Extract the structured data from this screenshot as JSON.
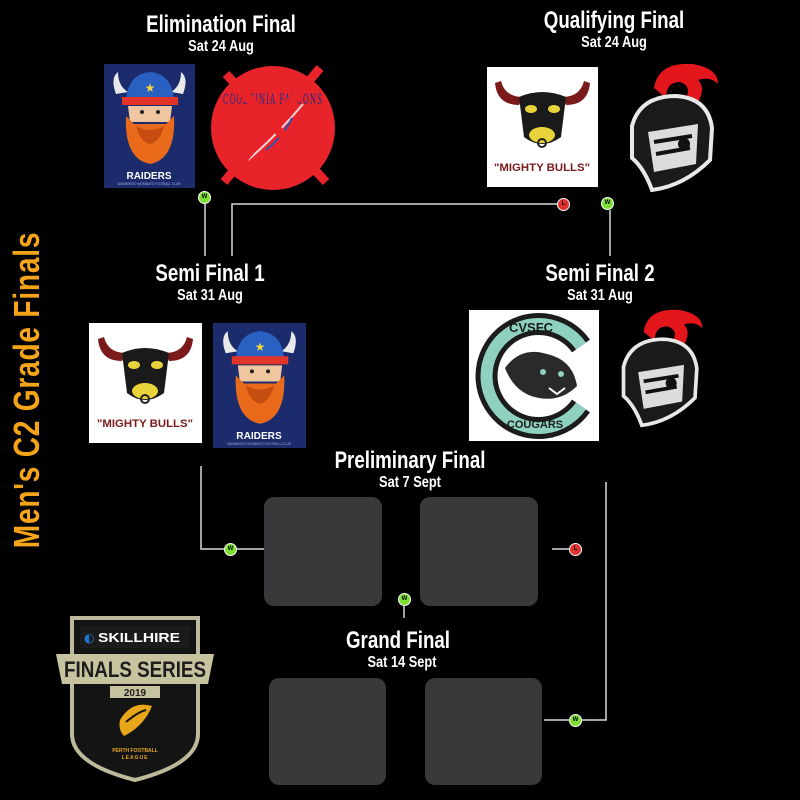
{
  "side_title": "Men's C2 Grade Finals",
  "rounds": {
    "elimination": {
      "title": "Elimination Final",
      "date": "Sat 24 Aug"
    },
    "qualifying": {
      "title": "Qualifying Final",
      "date": "Sat 24 Aug"
    },
    "semi1": {
      "title": "Semi Final 1",
      "date": "Sat 31 Aug"
    },
    "semi2": {
      "title": "Semi Final 2",
      "date": "Sat 31 Aug"
    },
    "preliminary": {
      "title": "Preliminary Final",
      "date": "Sat 7 Sept"
    },
    "grand": {
      "title": "Grand Final",
      "date": "Sat 14 Sept"
    }
  },
  "teams": {
    "raiders": {
      "name": "RAIDERS",
      "sub": "WANNEROO WOMBATS FOOTBALL CLUB"
    },
    "bulls": {
      "name": "\"MIGHTY BULLS\""
    },
    "falcons": {
      "name": "COOLBINIA FALCONS"
    },
    "cougars": {
      "name": "COUGARS",
      "top": "CVSFC"
    }
  },
  "badges": {
    "win": "W",
    "loss": "L"
  },
  "sponsor": {
    "brand": "SKILLHIRE",
    "series": "FINALS SERIES",
    "year": "2019",
    "league_top": "PERTH FOOTBALL",
    "league_bottom": "LEAGUE"
  },
  "colors": {
    "accent": "#f5a419",
    "win": "#7ddf2f",
    "loss": "#e0322d",
    "tile": "#39393b",
    "knight_red": "#e3161c"
  }
}
